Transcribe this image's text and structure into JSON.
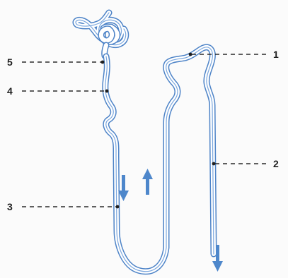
{
  "labels": [
    {
      "id": "1",
      "text": "1"
    },
    {
      "id": "2",
      "text": "2"
    },
    {
      "id": "3",
      "text": "3"
    },
    {
      "id": "4",
      "text": "4"
    },
    {
      "id": "5",
      "text": "5"
    }
  ],
  "colors": {
    "tube": "#4d83c7",
    "arrow": "#4e87cb",
    "text": "#1f1f1f"
  }
}
